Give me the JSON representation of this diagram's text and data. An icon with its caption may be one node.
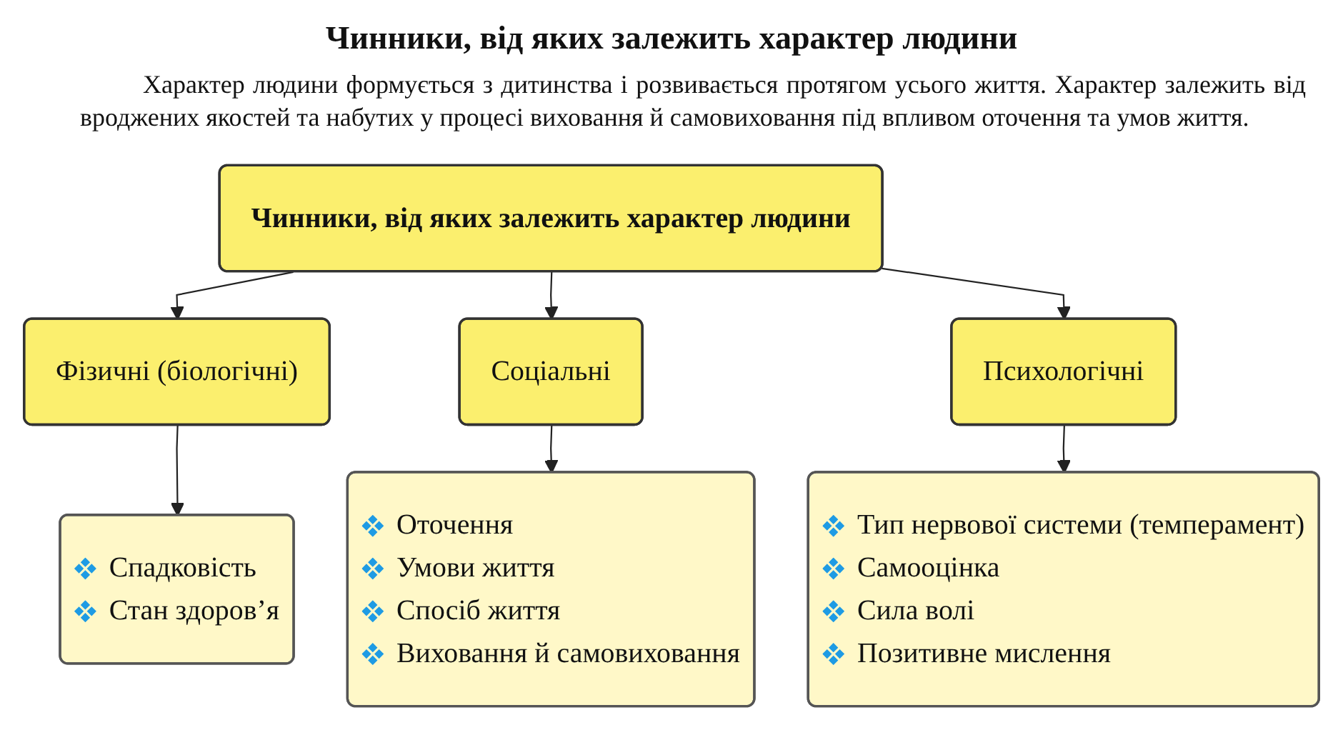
{
  "diagram": {
    "title": "Чинники, від яких залежить характер людини",
    "nodes": [
      {
        "text": [
          "Чинники, від яких залежить характер людини"
        ]
      },
      {
        "text": [
          "Фізичні (біологічні)"
        ]
      },
      {
        "text": [
          "Соціальні"
        ]
      },
      {
        "text": [
          "Психологічні"
        ]
      },
      {
        "text": [
          "Спадковість",
          "Стан здоров’я"
        ]
      },
      {
        "text": [
          "Оточення",
          "Умови життя",
          "Спосіб життя",
          "Виховання й самовиховання"
        ]
      },
      {
        "text": [
          "Тип нервової системи (темперамент)",
          "Самооцінка",
          "Сила волі",
          "Позитивне мислення"
        ]
      }
    ],
    "edges": [
      {
        "from": 0,
        "to": 1,
        "arrow": "to"
      },
      {
        "from": 0,
        "to": 2,
        "arrow": "to"
      },
      {
        "from": 0,
        "to": 3,
        "arrow": "to"
      },
      {
        "from": 1,
        "to": 4,
        "arrow": "to"
      },
      {
        "from": 2,
        "to": 5,
        "arrow": "to"
      },
      {
        "from": 3,
        "to": 6,
        "arrow": "to"
      }
    ],
    "labels": [
      "Характер людини формується з дитинства і розвивається протягом усього життя. Характер залежить від вроджених якостей та набутих у процесі виховання й самовиховання під впливом оточення та умов життя."
    ]
  }
}
